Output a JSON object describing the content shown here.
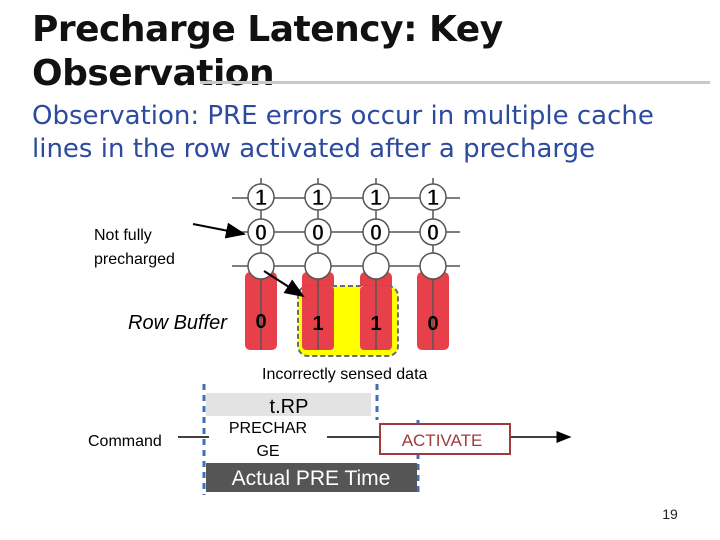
{
  "slide": {
    "title": "Precharge Latency: Key Observation",
    "subtitle": "Observation: PRE errors occur in multiple cache lines in the row activated after a precharge",
    "page_number": "19"
  },
  "diagram": {
    "not_fully_precharged": "Not fully\nprecharged",
    "row_buffer_label": "Row Buffer",
    "row1_values": [
      "1",
      "1",
      "1",
      "1"
    ],
    "row2_values": [
      "0",
      "0",
      "0",
      "0"
    ],
    "row_buffer_values": [
      "0",
      "1",
      "1",
      "0"
    ],
    "incorrect_label": "Incorrectly sensed data",
    "command_label": "Command",
    "trp_label": "t.RP",
    "precharge_label": "PRECHAR\nGE",
    "activate_label": "ACTIVATE",
    "actual_pre_label": "Actual PRE Time",
    "colors": {
      "sense_amp_red": "#e8404a",
      "highlight_yellow": "#ffff00",
      "highlight_border": "#6b6b6b",
      "trp_gray": "#e3e3e3",
      "actual_pre_bg": "#555555",
      "divider_blue": "#3f6fb5",
      "activate_border": "#a03b3b",
      "subtitle_blue": "#2c4a9e"
    }
  }
}
